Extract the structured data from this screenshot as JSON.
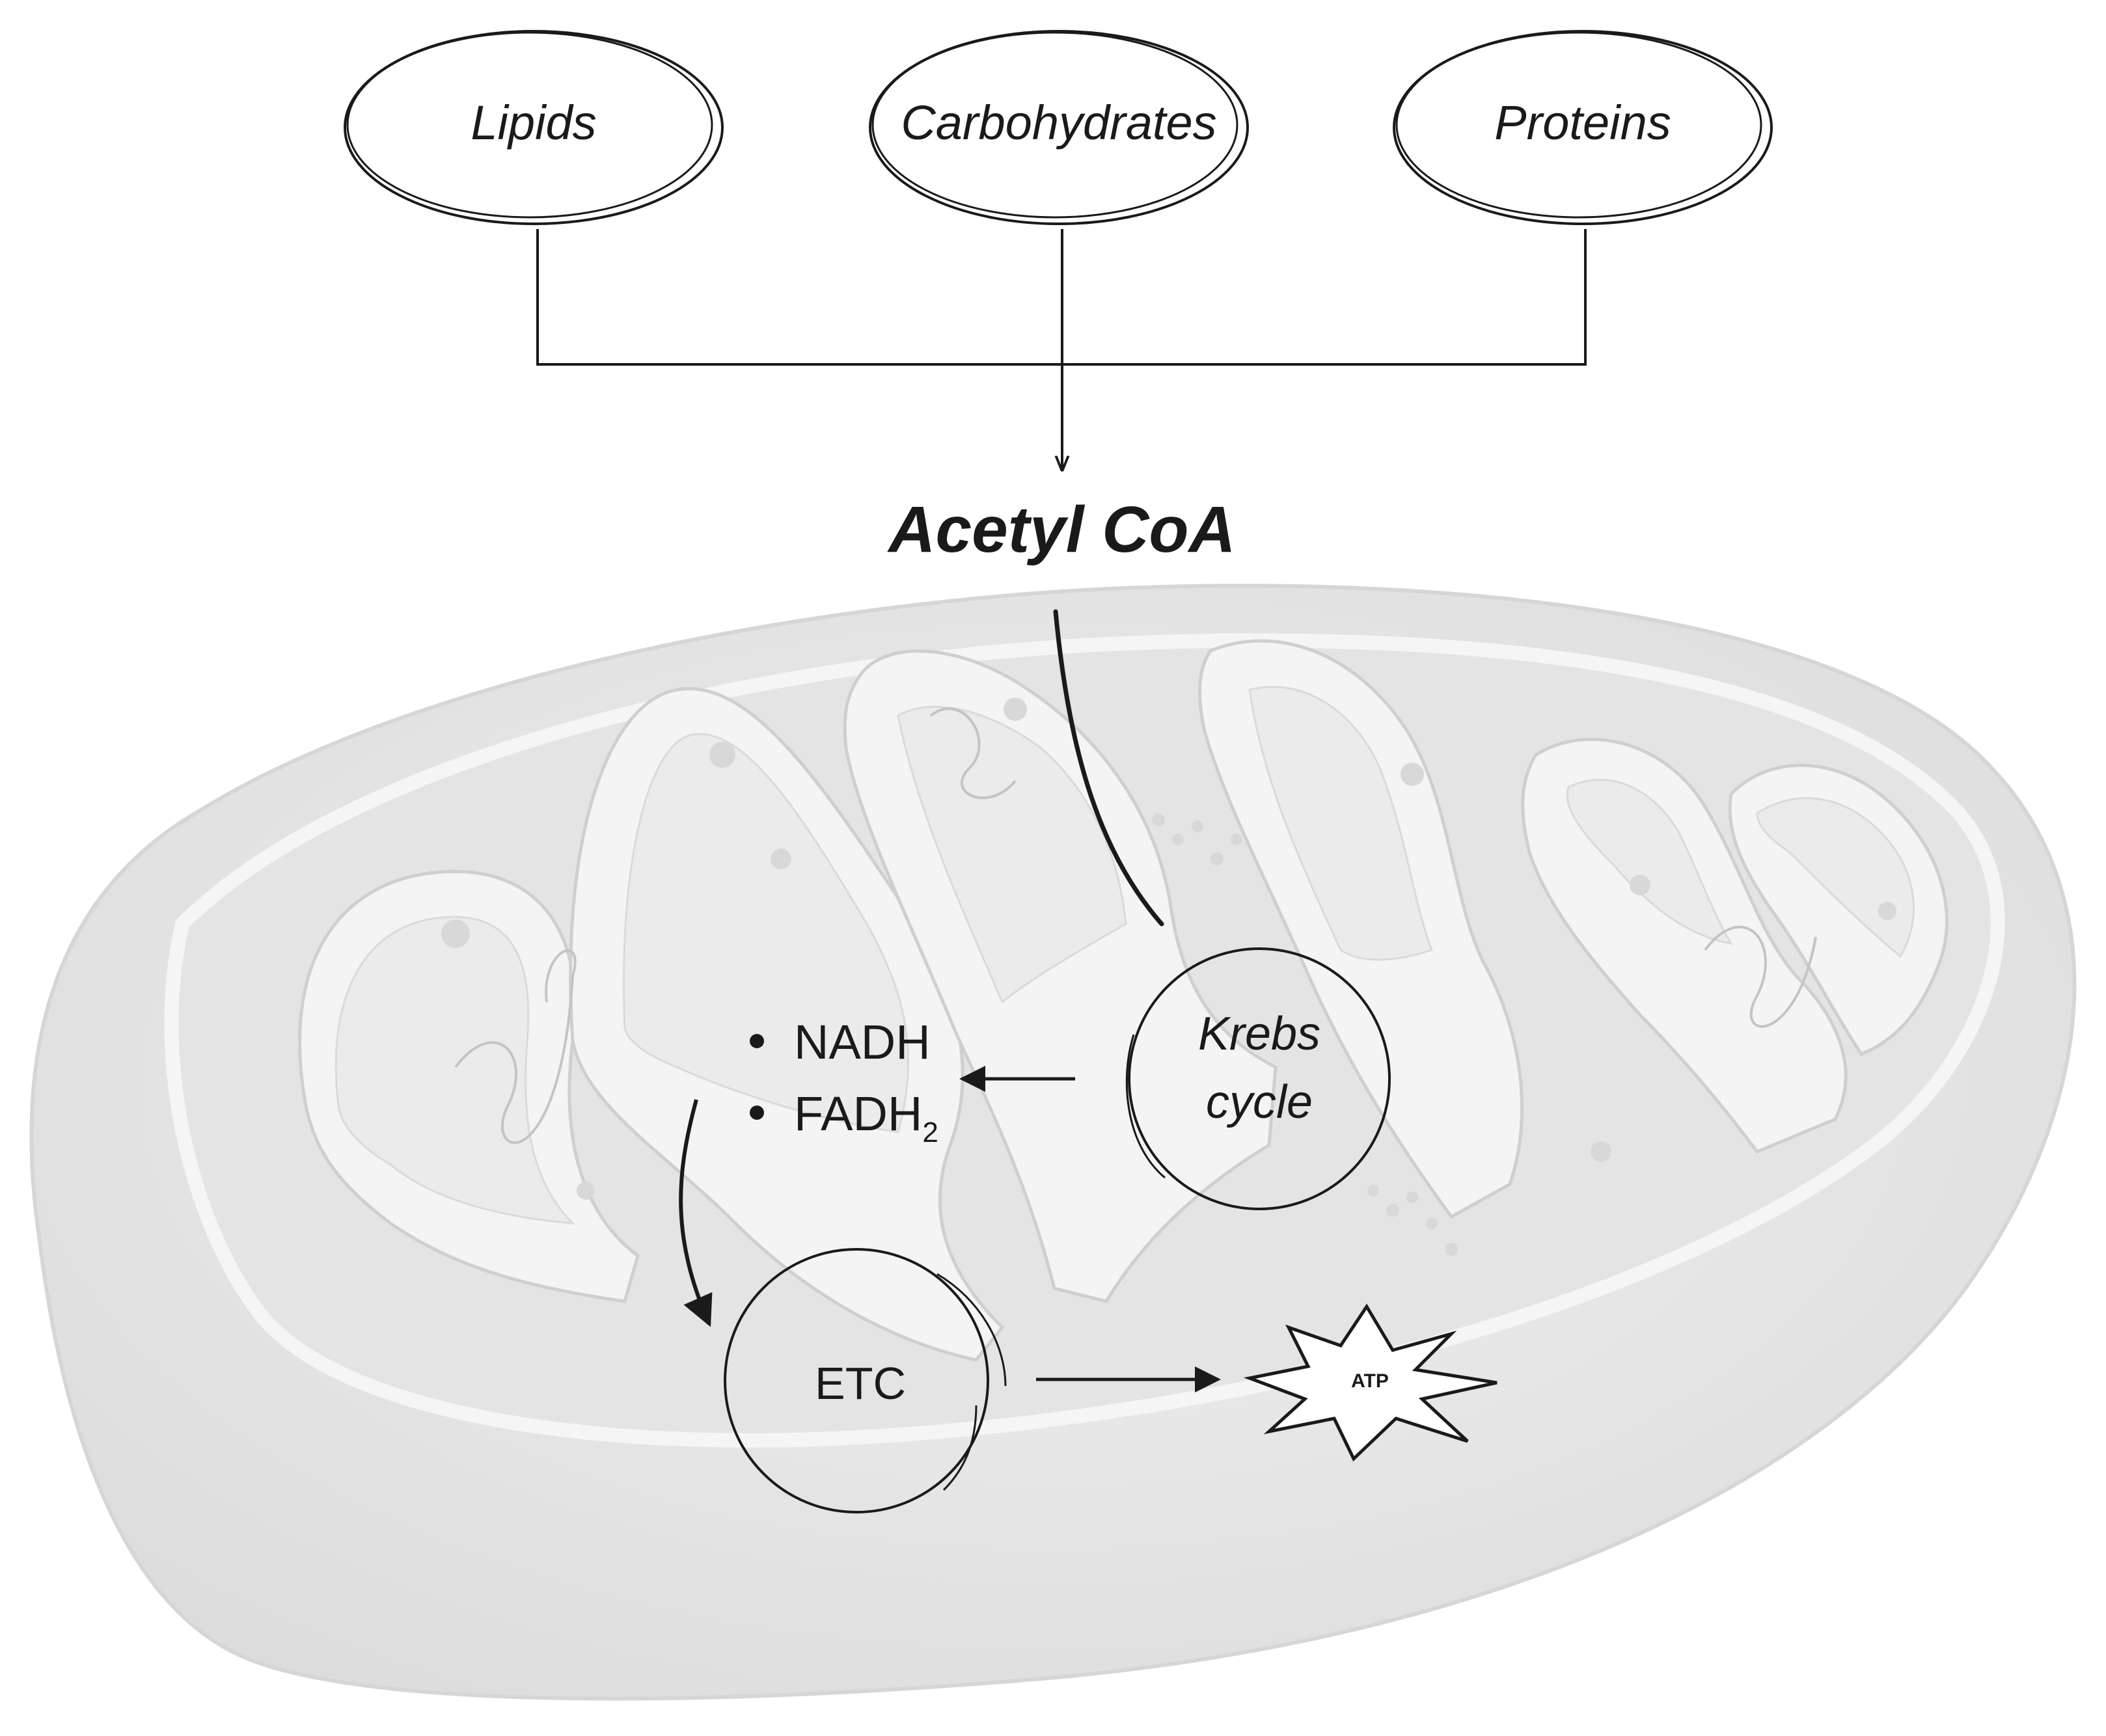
{
  "sources": {
    "lipids": "Lipids",
    "carbohydrates": "Carbohydrates",
    "proteins": "Proteins"
  },
  "product": "Acetyl CoA",
  "krebs": {
    "line1": "Krebs",
    "line2": "cycle"
  },
  "carriers": {
    "nadh": "NADH",
    "fadh_main": "FADH",
    "fadh_sub": "2"
  },
  "etc": "ETC",
  "atp": "ATP",
  "colors": {
    "ink": "#1a1a1a",
    "organelle_outer": "#ededed",
    "organelle_inner": "#e0e0e0",
    "cristae": "#f7f7f7",
    "cristae_edge": "#cfcfcf"
  }
}
